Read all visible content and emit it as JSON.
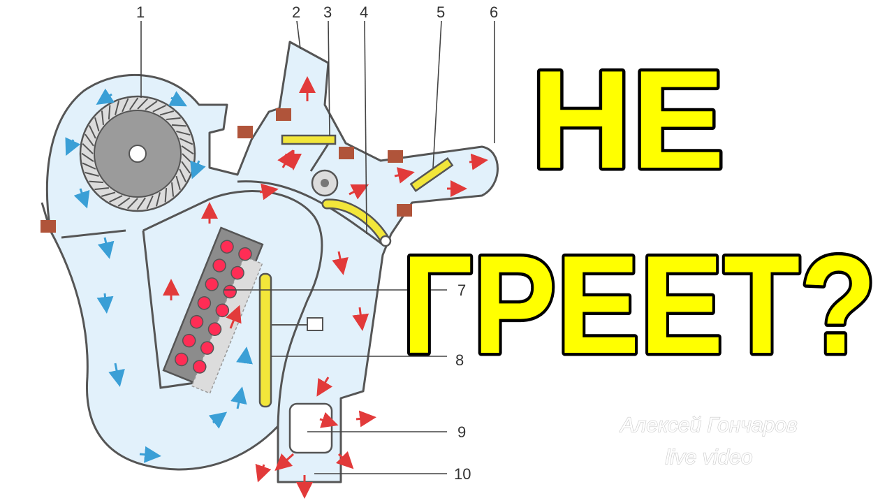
{
  "callouts": [
    {
      "id": "1",
      "label": "1"
    },
    {
      "id": "2",
      "label": "2"
    },
    {
      "id": "3",
      "label": "3"
    },
    {
      "id": "4",
      "label": "4"
    },
    {
      "id": "5",
      "label": "5"
    },
    {
      "id": "6",
      "label": "6"
    },
    {
      "id": "7",
      "label": "7"
    },
    {
      "id": "8",
      "label": "8"
    },
    {
      "id": "9",
      "label": "9"
    },
    {
      "id": "10",
      "label": "10"
    }
  ],
  "headline": {
    "line1": "НЕ",
    "line2": "ГРЕЕТ?"
  },
  "watermark": {
    "author": "Алексей Гончаров",
    "subtitle": "live video"
  },
  "colors": {
    "headline_fill": "#ffff00",
    "headline_stroke": "#000000",
    "housing_fill": "#e2f1fb",
    "hot_air_arrow": "#e23a3a",
    "cold_air_arrow": "#3a9fd6",
    "heater_core": "#8c8c8c",
    "heater_tube": "#ff2d55",
    "flap": "#f2e63a",
    "seal": "#b0543a"
  }
}
